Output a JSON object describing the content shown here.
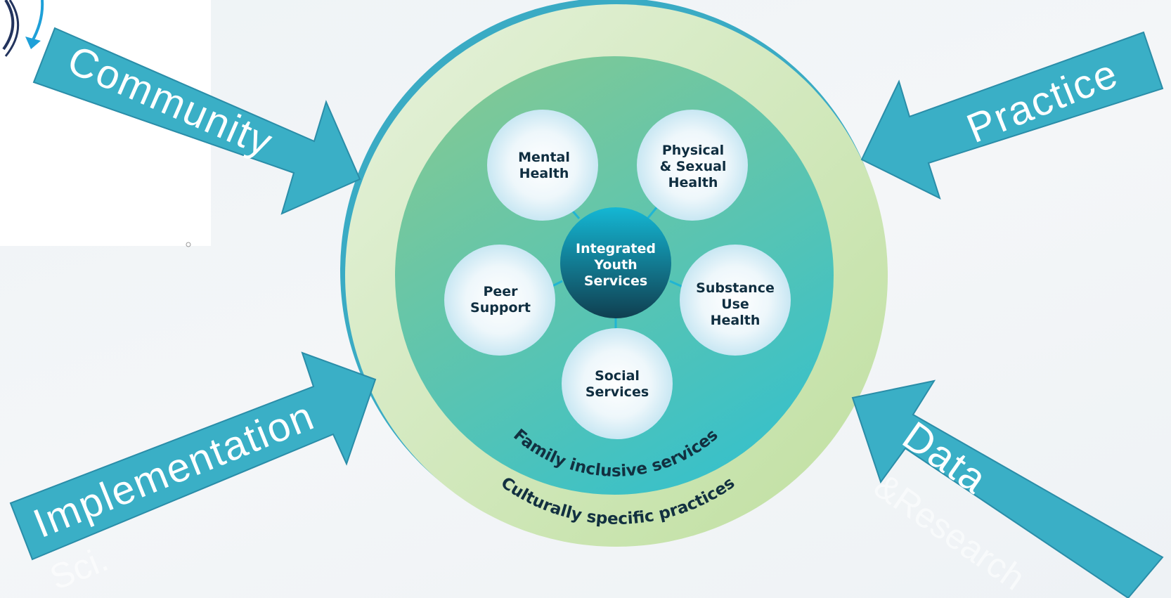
{
  "center": {
    "lines": [
      "Integrated",
      "Youth",
      "Services"
    ]
  },
  "bubbles": [
    {
      "id": "mental-health",
      "lines": [
        "Mental",
        "Health"
      ]
    },
    {
      "id": "physical-sexual-health",
      "lines": [
        "Physical",
        "& Sexual",
        "Health"
      ]
    },
    {
      "id": "peer-support",
      "lines": [
        "Peer",
        "Support"
      ]
    },
    {
      "id": "substance-use-health",
      "lines": [
        "Substance",
        "Use",
        "Health"
      ]
    },
    {
      "id": "social-services",
      "lines": [
        "Social",
        "Services"
      ]
    }
  ],
  "inner_ring_label": "Family inclusive services",
  "outer_ring_label": "Culturally specific practices",
  "arrows": {
    "community": "Community",
    "practice": "Practice",
    "implementation": "Implementation",
    "implementation_sub": "Sci.",
    "data": "Data",
    "data_sub": "&Research"
  },
  "colors": {
    "arrow": "#3aafc6",
    "hub_top": "#13b6d3",
    "hub_bottom": "#0f4656",
    "outer_ring": "#d5e9c4",
    "inner_disc_top": "#7cc89a",
    "inner_disc_bottom": "#3cc0c6"
  }
}
